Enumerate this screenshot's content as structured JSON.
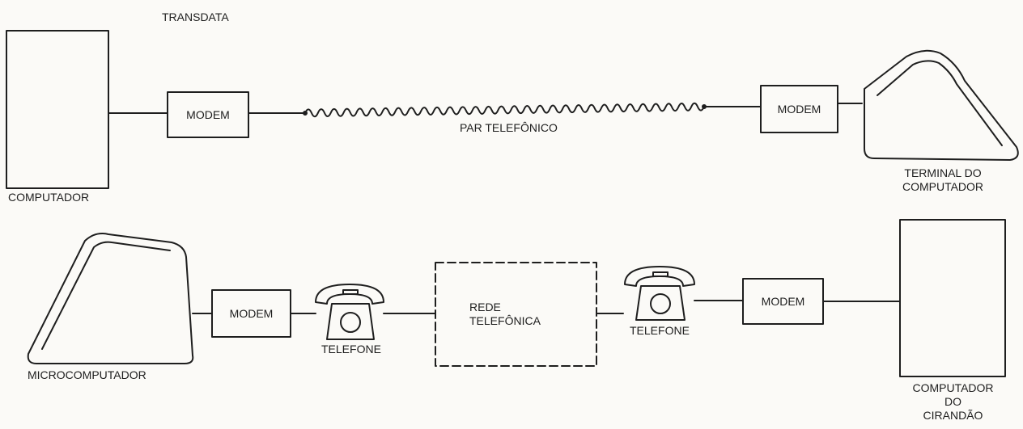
{
  "section_title": "TRANSDATA",
  "top_row": {
    "computer_label": "COMPUTADOR",
    "modem_left": "MODEM",
    "line_label": "PAR TELEFÔNICO",
    "modem_right": "MODEM",
    "terminal_label_line1": "TERMINAL DO",
    "terminal_label_line2": "COMPUTADOR"
  },
  "bottom_row": {
    "micro_label": "MICROCOMPUTADOR",
    "modem_left": "MODEM",
    "phone_left_label": "TELEFONE",
    "network_label_line1": "REDE",
    "network_label_line2": "TELEFÔNICA",
    "phone_right_label": "TELEFONE",
    "modem_right": "MODEM",
    "computer_label_line1": "COMPUTADOR",
    "computer_label_line2": "DO",
    "computer_label_line3": "CIRANDÃO"
  }
}
